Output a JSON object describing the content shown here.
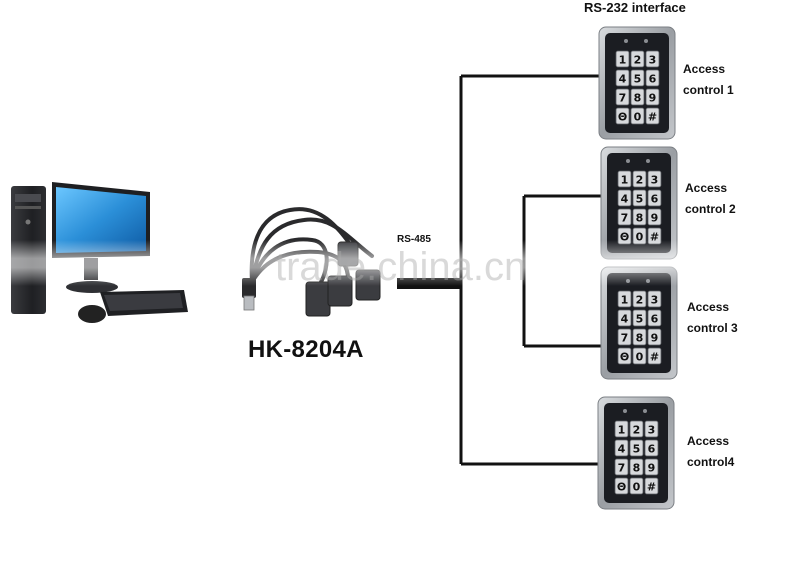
{
  "header": {
    "title": "RS-232 interface"
  },
  "bus": {
    "label": "RS-485"
  },
  "product": {
    "name": "HK-8204A"
  },
  "watermark": {
    "text": "trade.china.cn"
  },
  "devices": [
    {
      "line1": "Access",
      "line2": "control 1"
    },
    {
      "line1": "Access",
      "line2": "control 2"
    },
    {
      "line1": "Access",
      "line2": "control 3"
    },
    {
      "line1": "Access",
      "line2": "control4"
    }
  ],
  "keypad": {
    "keys": [
      "1",
      "2",
      "3",
      "4",
      "5",
      "6",
      "7",
      "8",
      "9",
      "Θ",
      "0",
      "#"
    ]
  },
  "colors": {
    "wire": "#111111",
    "keypad_frame": "#9a9ea3",
    "keypad_face": "#1b1d22",
    "key_face": "#d7d9dc",
    "monitor_screen": "#2b8fd8",
    "computer_body": "#2a2b2e"
  }
}
